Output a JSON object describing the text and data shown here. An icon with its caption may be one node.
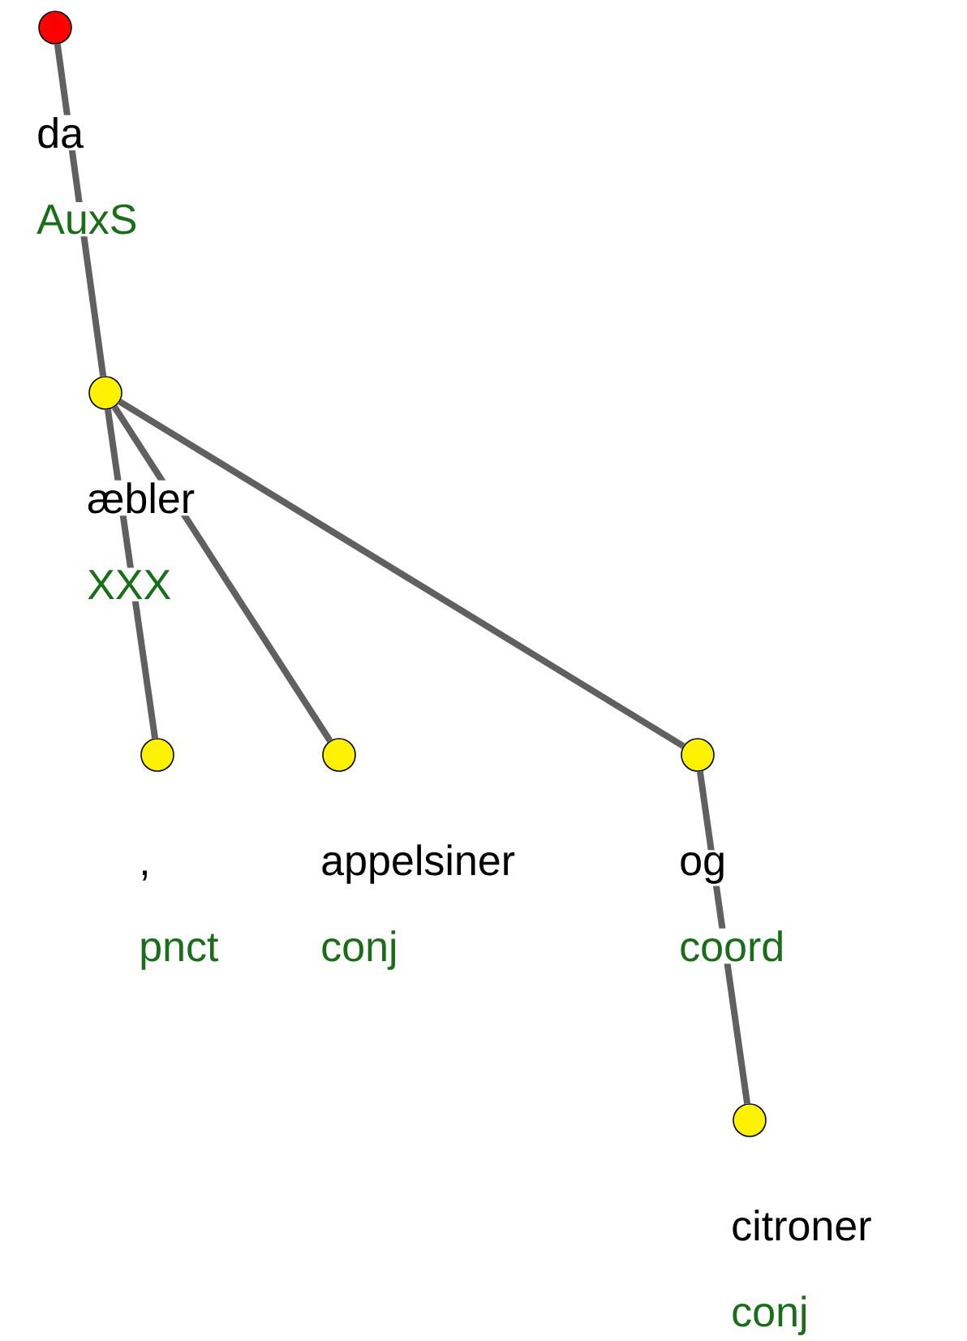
{
  "diagram": {
    "nodes": [
      {
        "text": [],
        "shape": "circle",
        "beside": [
          "da",
          "AuxS"
        ]
      },
      {
        "text": [],
        "shape": "circle",
        "beside": [
          "æbler",
          "XXX"
        ]
      },
      {
        "text": [],
        "shape": "circle",
        "beside": [
          ",",
          "pnct"
        ]
      },
      {
        "text": [],
        "shape": "circle",
        "beside": [
          "appelsiner",
          "conj"
        ]
      },
      {
        "text": [],
        "shape": "circle",
        "beside": [
          "og",
          "coord"
        ]
      },
      {
        "text": [],
        "shape": "circle",
        "beside": [
          "citroner",
          "conj"
        ]
      }
    ],
    "edges": [
      {
        "from": 0,
        "to": 1,
        "arrow": "none"
      },
      {
        "from": 1,
        "to": 2,
        "arrow": "none"
      },
      {
        "from": 1,
        "to": 3,
        "arrow": "none"
      },
      {
        "from": 1,
        "to": 4,
        "arrow": "none"
      },
      {
        "from": 4,
        "to": 5,
        "arrow": "none"
      }
    ]
  }
}
